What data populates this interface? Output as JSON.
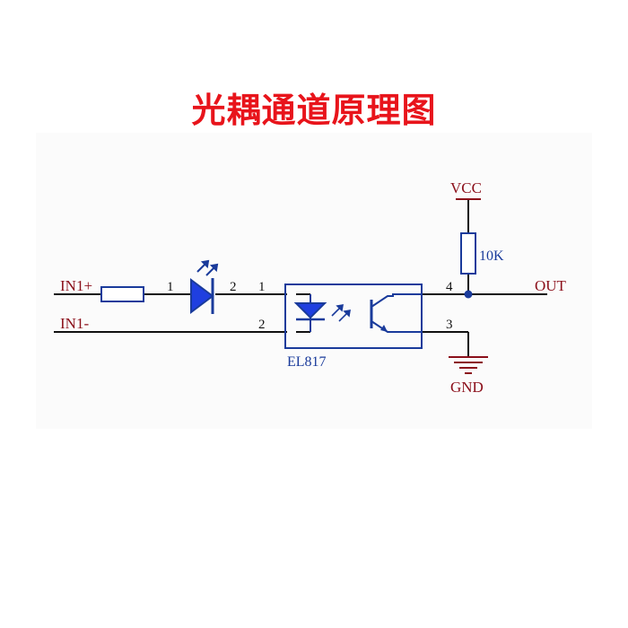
{
  "title": "光耦通道原理图",
  "labels": {
    "in_plus": "IN1+",
    "in_minus": "IN1-",
    "vcc": "VCC",
    "gnd": "GND",
    "out": "OUT",
    "resistor": "10K",
    "part": "EL817"
  },
  "pins": {
    "led_anode": "1",
    "led_cathode": "2",
    "opto_anode": "1",
    "opto_cathode": "2",
    "collector": "4",
    "emitter": "3"
  },
  "colors": {
    "title": "#e8141b",
    "wire": "#111111",
    "component": "#1a3b9b",
    "net_label": "#8b0f1a",
    "led_fill": "#1f3fe0"
  }
}
